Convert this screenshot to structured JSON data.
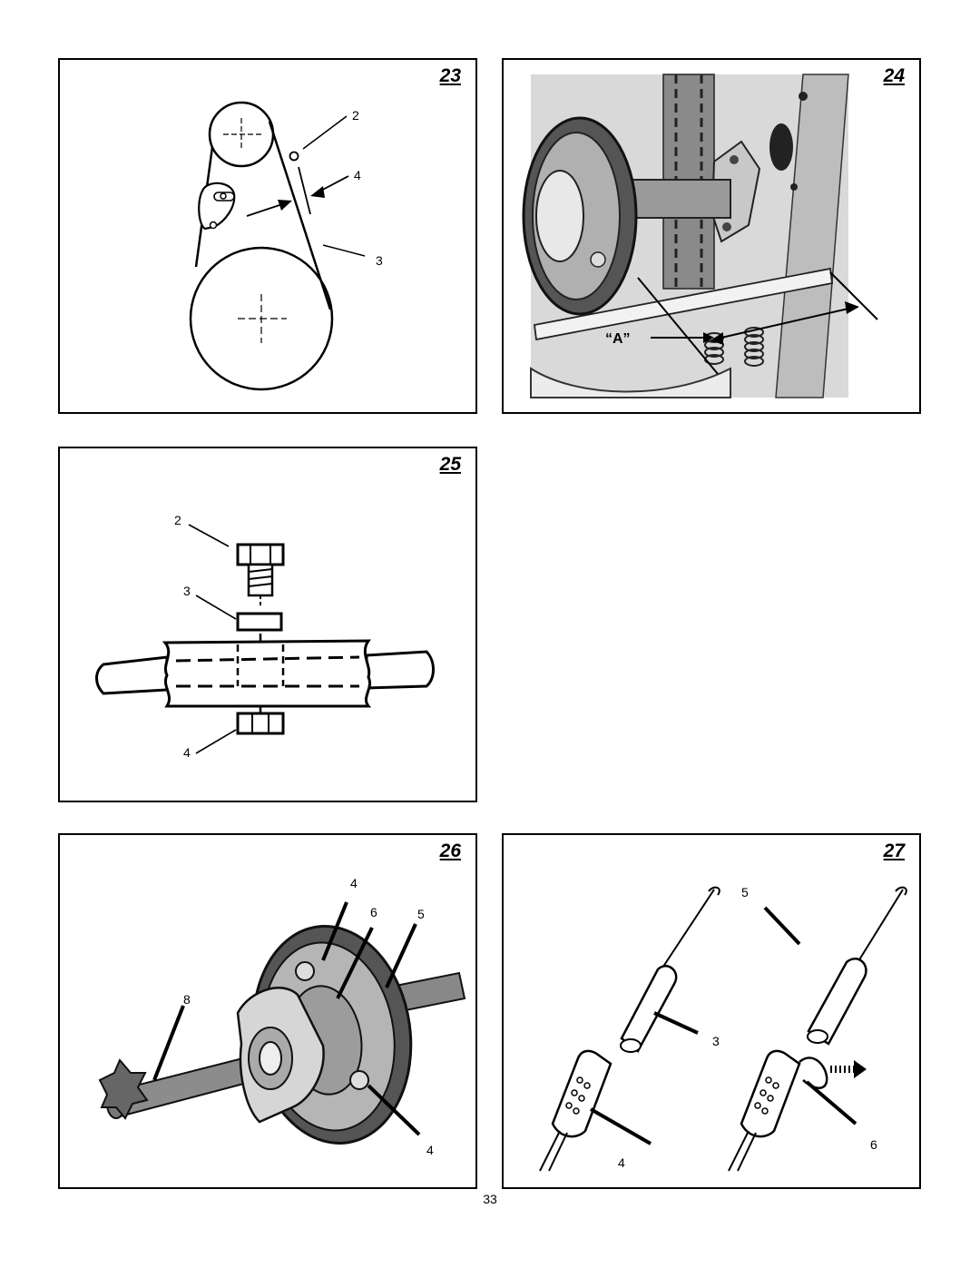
{
  "figures": [
    {
      "number": "23",
      "callouts": [
        "2",
        "4",
        "3"
      ]
    },
    {
      "number": "24",
      "callouts": [
        "“A”"
      ]
    },
    {
      "number": "25",
      "callouts": [
        "2",
        "3",
        "4"
      ]
    },
    {
      "number": "26",
      "callouts": [
        "4",
        "6",
        "5",
        "8",
        "4"
      ]
    },
    {
      "number": "27",
      "callouts": [
        "5",
        "3",
        "6",
        "4"
      ]
    }
  ],
  "page_number": "33"
}
